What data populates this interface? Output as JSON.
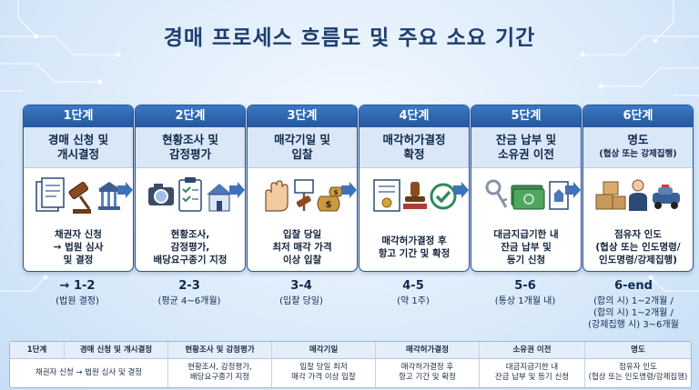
{
  "title": "경매 프로세스 흐름도 및 주요 소요 기간",
  "colors": {
    "primary": "#26579a",
    "header_bg": "#3a78c3",
    "title_band": "#d9e7f7",
    "arrow": "#3f72b8",
    "text_dark": "#10284a"
  },
  "stages": [
    {
      "step": "1단계",
      "title_lines": [
        "경매 신청 및",
        "개시결정"
      ],
      "sub": "",
      "icon": "documents-gavel-court-icon",
      "desc_lines": [
        "채권자 신청",
        "→ 법원 심사",
        "및 결정"
      ],
      "dur_main": "→ 1-2",
      "dur_sub": [
        "(법원 결정)"
      ]
    },
    {
      "step": "2단계",
      "title_lines": [
        "현황조사 및",
        "감정평가"
      ],
      "sub": "",
      "icon": "camera-clipboard-house-icon",
      "desc_lines": [
        "현황조사,",
        "감정평가,",
        "배당요구종기 지정"
      ],
      "dur_main": "2-3",
      "dur_sub": [
        "(평균 4~6개월)"
      ]
    },
    {
      "step": "3단계",
      "title_lines": [
        "매각기일 및",
        "입찰"
      ],
      "sub": "",
      "icon": "hand-gavel-money-icon",
      "desc_lines": [
        "입찰 당일",
        "최저 매각 가격",
        "이상 입찰"
      ],
      "dur_main": "3-4",
      "dur_sub": [
        "(입찰 당일)"
      ]
    },
    {
      "step": "4단계",
      "title_lines": [
        "매각허가결정",
        "확정"
      ],
      "sub": "",
      "icon": "certificate-stamp-check-icon",
      "desc_lines": [
        "매각허가결정 후",
        "항고 기간 및 확정"
      ],
      "dur_main": "4-5",
      "dur_sub": [
        "(약 1주)"
      ]
    },
    {
      "step": "5단계",
      "title_lines": [
        "잔금 납부 및",
        "소유권 이전"
      ],
      "sub": "",
      "icon": "keys-cash-document-icon",
      "desc_lines": [
        "대금지급기한 내",
        "잔금 납부 및",
        "등기 신청"
      ],
      "dur_main": "5-6",
      "dur_sub": [
        "(통상 1개월 내)"
      ]
    },
    {
      "step": "6단계",
      "title_lines": [
        "명도"
      ],
      "sub": "(협상 또는 강제집행)",
      "icon": "boxes-person-car-icon",
      "desc_lines": [
        "점유자 인도",
        "(협상 또는 인도명령/",
        "인도명령/강제집행)"
      ],
      "dur_main": "6-end",
      "dur_sub": [
        "(합의 시) 1~2개월 /",
        "(합의 시) 1~2개월 /",
        "(강제집행 시) 3~6개월"
      ]
    }
  ],
  "summary": {
    "headers": [
      "1단계",
      "경매 신청 및 개시결정",
      "현황조사 및 감정평가",
      "매각기일",
      "매각허가결정",
      "소유권 이전",
      "명도"
    ],
    "row": [
      [
        "채권자 신청  → 법원 심사 및 결정"
      ],
      [
        "현황조사, 감정평가,",
        "배당요구종기 지정"
      ],
      [
        "입찰 당일 최저",
        "매각 가격 이상 입찰"
      ],
      [
        "매각허가결정 후",
        "항고 기간 및 확정"
      ],
      [
        "대금지급기한 내",
        "잔금 납부 및 등기 신청"
      ],
      [
        "점유자 인도",
        "(협상 또는 인도명령/강제집행)"
      ]
    ]
  }
}
